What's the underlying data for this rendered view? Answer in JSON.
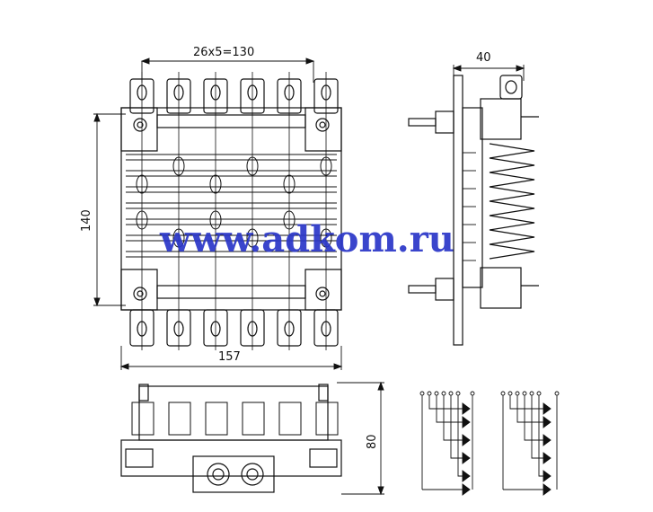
{
  "drawing": {
    "dims": {
      "pitch": "26x5=130",
      "depth": "40",
      "height": "140",
      "width": "157",
      "side_height": "80"
    },
    "watermark": "www.adkom.ru",
    "colors": {
      "line": "#111111",
      "watermark": "#2a36c8",
      "background": "#ffffff"
    }
  }
}
